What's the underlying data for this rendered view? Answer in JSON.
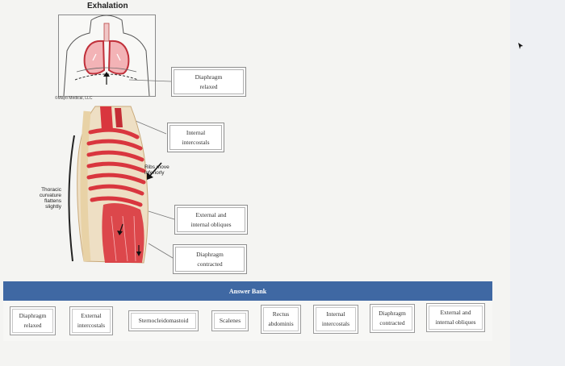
{
  "figure": {
    "title": "Exhalation",
    "credit": "©Mayo Medical, LLC",
    "labels": {
      "thoracic": "Thoracic\ncurvature\nflattens\nslightly",
      "ribs": "Ribs move\ninferiorly"
    }
  },
  "drop_zones": [
    {
      "text": "Diaphragm\nrelaxed"
    },
    {
      "text": "Internal\nintercostals"
    },
    {
      "text": "External and\ninternal obliques"
    },
    {
      "text": "Diaphragm\ncontracted"
    }
  ],
  "answer_bank": {
    "title": "Answer Bank",
    "items": [
      {
        "text": "Diaphragm\nrelaxed"
      },
      {
        "text": "External\nintercostals"
      },
      {
        "text": "Sternocleidomastoid"
      },
      {
        "text": "Scalenes"
      },
      {
        "text": "Rectus\nabdominis"
      },
      {
        "text": "Internal\nintercostals"
      },
      {
        "text": "Diaphragm\ncontracted"
      },
      {
        "text": "External and\ninternal obliques"
      }
    ]
  },
  "colors": {
    "bank_header": "#3f68a3",
    "muscle": "#d9363e",
    "rib": "#eedfc4"
  }
}
